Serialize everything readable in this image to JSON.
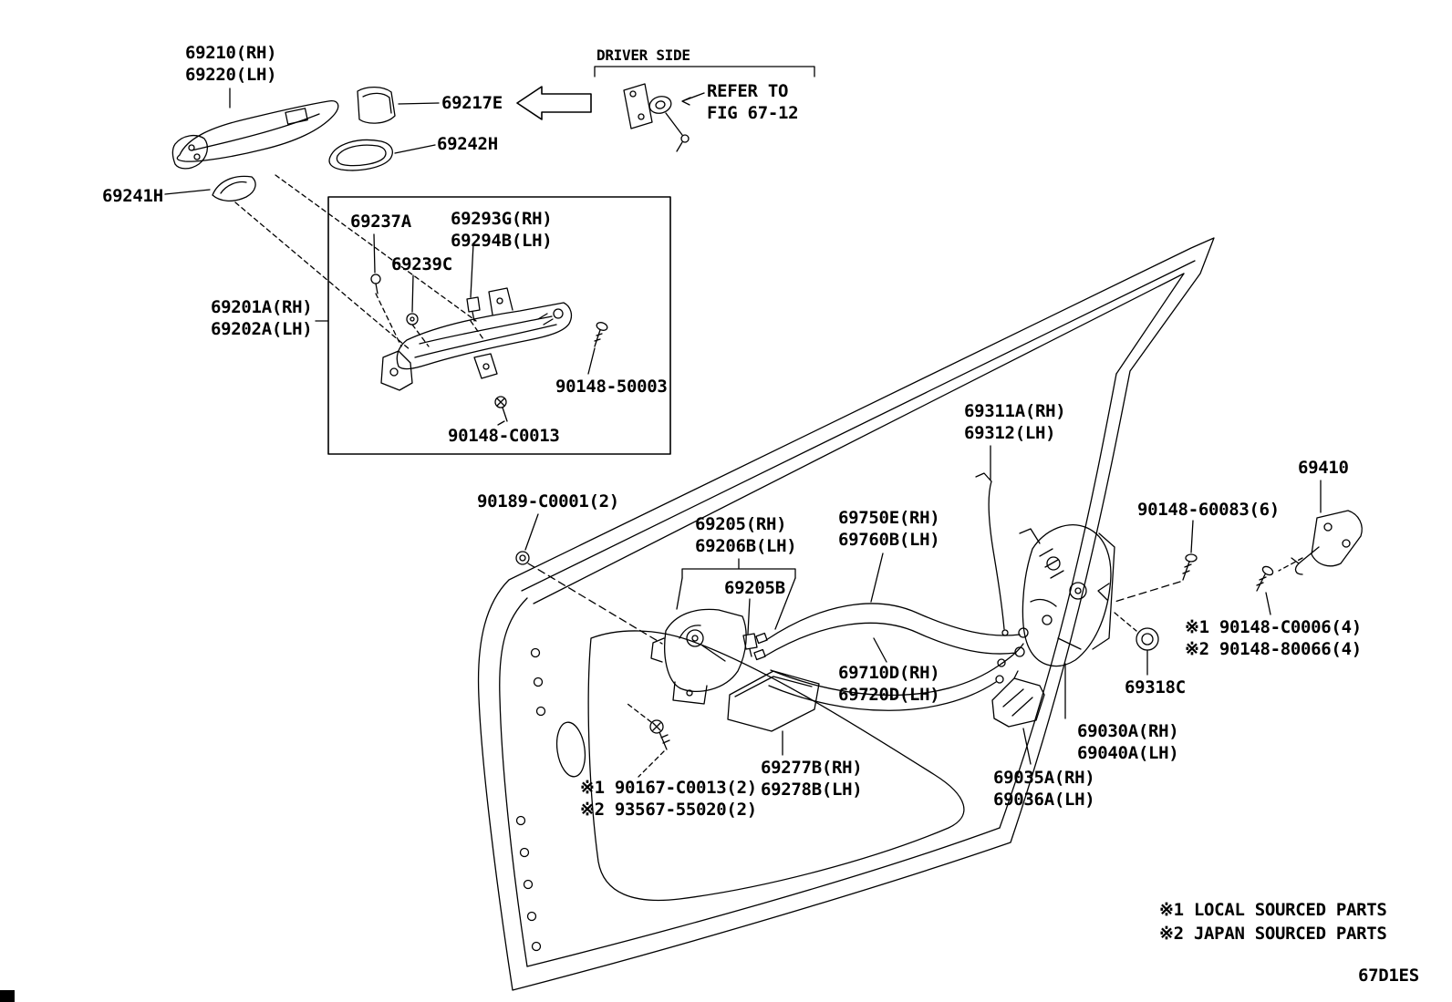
{
  "diagram": {
    "code": "67D1ES",
    "note1": "※1 LOCAL SOURCED PARTS",
    "note2": "※2 JAPAN SOURCED PARTS"
  },
  "header": {
    "driver_side": "DRIVER SIDE",
    "refer_line1": "REFER TO",
    "refer_line2": "FIG 67-12"
  },
  "labels": {
    "handle": {
      "l1": "69210(RH)",
      "l2": "69220(LH)"
    },
    "cover_69217e": "69217E",
    "pad_69242h": "69242H",
    "cover_69241h": "69241H",
    "bolt_69237a": "69237A",
    "clip_69293g": {
      "l1": "69293G(RH)",
      "l2": "69294B(LH)"
    },
    "grommet_69239c": "69239C",
    "frame": {
      "l1": "69201A(RH)",
      "l2": "69202A(LH)"
    },
    "screw_90148_50003": "90148-50003",
    "screw_90148_c0013": "90148-C0013",
    "grommet_90189": "90189-C0001(2)",
    "lock_remote": {
      "l1": "69205(RH)",
      "l2": "69206B(LH)"
    },
    "clip_69205b": "69205B",
    "cable_69750e": {
      "l1": "69750E(RH)",
      "l2": "69760B(LH)"
    },
    "cable_69710d": {
      "l1": "69710D(RH)",
      "l2": "69720D(LH)"
    },
    "rod_69311a": {
      "l1": "69311A(RH)",
      "l2": "69312(LH)"
    },
    "check_69410": "69410",
    "screw_90148_60083": "90148-60083(6)",
    "screw_90148_c0006": {
      "l1": "※1 90148-C0006(4)",
      "l2": "※2 90148-80066(4)"
    },
    "grommet_69318c": "69318C",
    "lock_69030a": {
      "l1": "69030A(RH)",
      "l2": "69040A(LH)"
    },
    "cover_69035a": {
      "l1": "69035A(RH)",
      "l2": "69036A(LH)"
    },
    "pad_69277b": {
      "l1": "69277B(RH)",
      "l2": "69278B(LH)"
    },
    "screw_90167": {
      "l1": "※1 90167-C0013(2)",
      "l2": "※2 93567-55020(2)"
    }
  }
}
